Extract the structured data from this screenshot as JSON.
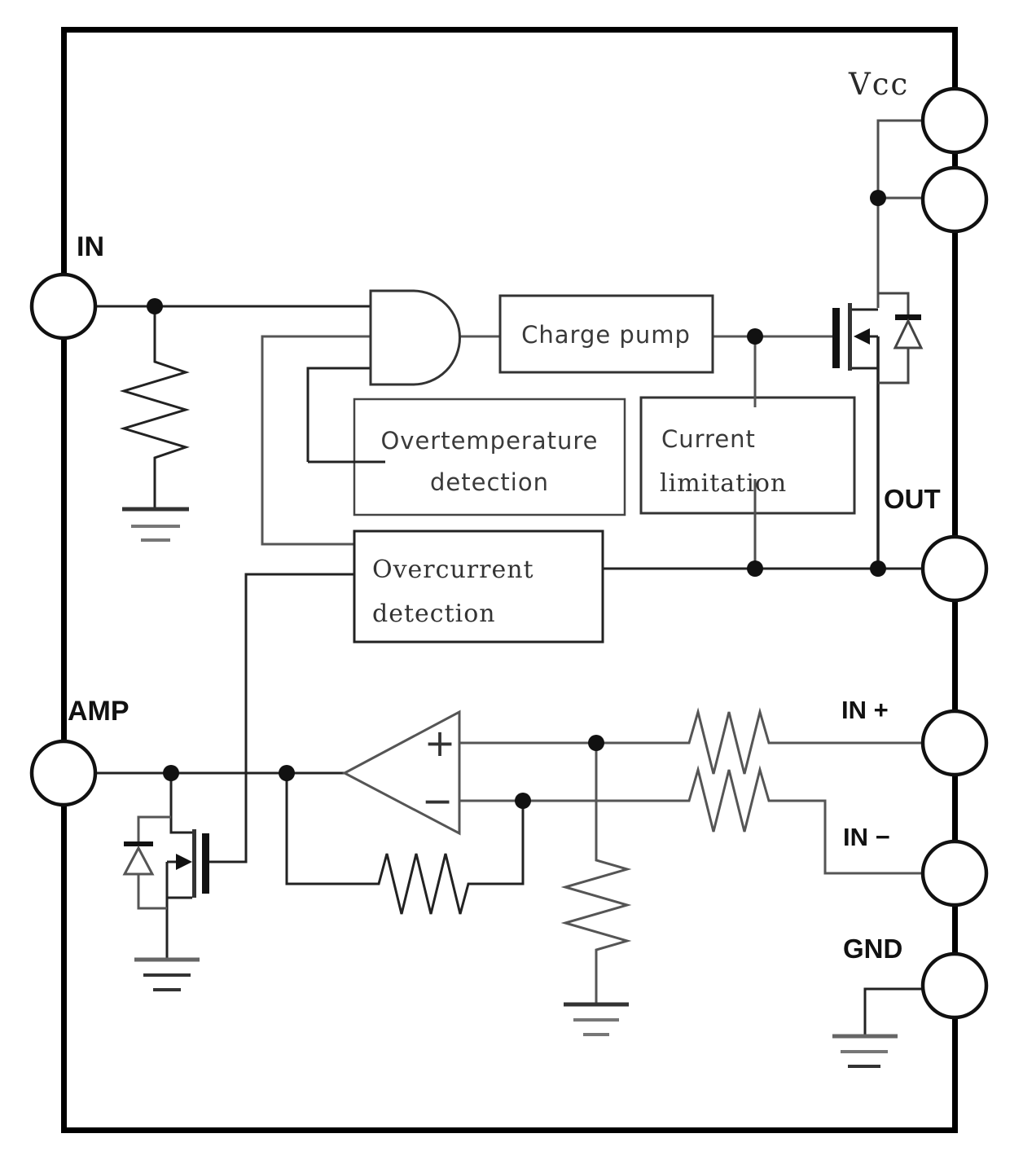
{
  "pins": {
    "vcc": "Vcc",
    "in": "IN",
    "out": "OUT",
    "amp": "AMP",
    "in_plus": "IN +",
    "in_minus": "IN −",
    "gnd": "GND"
  },
  "blocks": {
    "charge_pump": "Charge pump",
    "overtemperature_line1": "Overtemperature",
    "overtemperature_line2": "detection",
    "current_limitation_line1": "Current",
    "current_limitation_line2": "limitation",
    "overcurrent_line1": "Overcurrent",
    "overcurrent_line2": "detection"
  },
  "opamp": {
    "noninverting_label": "+",
    "inverting_label": "−"
  },
  "colors": {
    "line_dark": "#222222",
    "line_gray": "#4f4f4f",
    "bar_black": "#111111",
    "background": "#ffffff"
  }
}
